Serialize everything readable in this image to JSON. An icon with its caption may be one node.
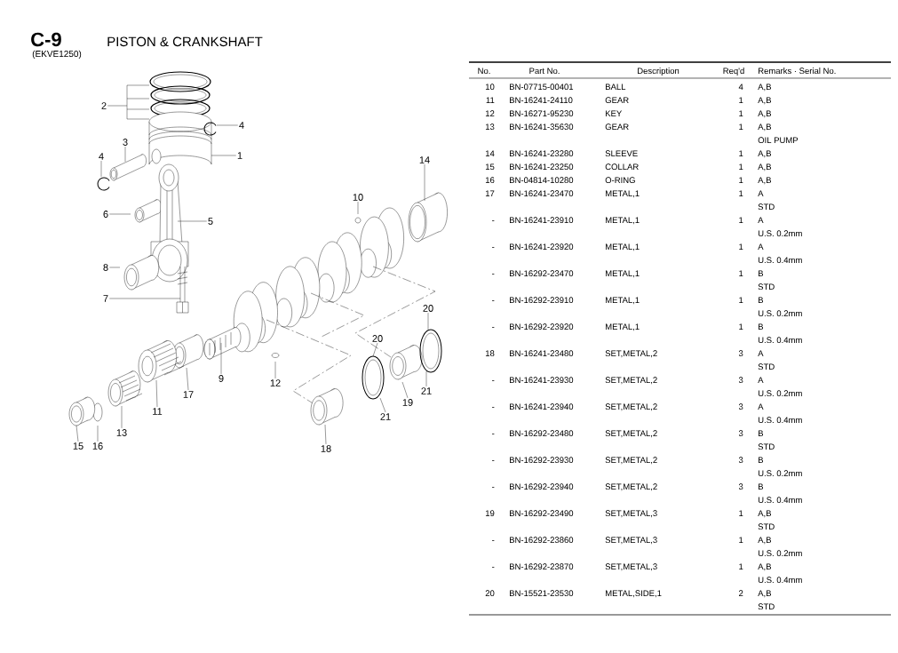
{
  "diagram": {
    "title": "PISTON & CRANKSHAFT",
    "nodes": [
      {
        "text": [
          "2"
        ]
      },
      {
        "text": [
          "4"
        ]
      },
      {
        "text": [
          "3"
        ]
      },
      {
        "text": [
          "1"
        ]
      },
      {
        "text": [
          "4"
        ]
      },
      {
        "text": [
          "14"
        ]
      },
      {
        "text": [
          "10"
        ]
      },
      {
        "text": [
          "6"
        ]
      },
      {
        "text": [
          "5"
        ]
      },
      {
        "text": [
          "8"
        ]
      },
      {
        "text": [
          "7"
        ]
      },
      {
        "text": [
          "20"
        ]
      },
      {
        "text": [
          "20"
        ]
      },
      {
        "text": [
          "9"
        ]
      },
      {
        "text": [
          "12"
        ]
      },
      {
        "text": [
          "17"
        ]
      },
      {
        "text": [
          "21"
        ]
      },
      {
        "text": [
          "19"
        ]
      },
      {
        "text": [
          "11"
        ]
      },
      {
        "text": [
          "21"
        ]
      },
      {
        "text": [
          "13"
        ]
      },
      {
        "text": [
          "15"
        ]
      },
      {
        "text": [
          "16"
        ]
      },
      {
        "text": [
          "18"
        ]
      }
    ],
    "edges": [
      {
        "from": 0,
        "to": null,
        "arrow": "none"
      },
      {
        "from": 1,
        "to": null,
        "arrow": "none"
      },
      {
        "from": 2,
        "to": null,
        "arrow": "none"
      },
      {
        "from": 3,
        "to": null,
        "arrow": "none"
      },
      {
        "from": 4,
        "to": null,
        "arrow": "none"
      },
      {
        "from": 5,
        "to": null,
        "arrow": "none"
      },
      {
        "from": 6,
        "to": null,
        "arrow": "none"
      },
      {
        "from": 7,
        "to": null,
        "arrow": "none"
      },
      {
        "from": 8,
        "to": null,
        "arrow": "none"
      },
      {
        "from": 9,
        "to": null,
        "arrow": "none"
      },
      {
        "from": 10,
        "to": null,
        "arrow": "none"
      },
      {
        "from": 11,
        "to": null,
        "arrow": "none"
      },
      {
        "from": 12,
        "to": null,
        "arrow": "none"
      },
      {
        "from": 13,
        "to": null,
        "arrow": "none"
      },
      {
        "from": 14,
        "to": null,
        "arrow": "none"
      },
      {
        "from": 15,
        "to": null,
        "arrow": "none"
      },
      {
        "from": 16,
        "to": null,
        "arrow": "none"
      },
      {
        "from": 17,
        "to": null,
        "arrow": "none"
      },
      {
        "from": 18,
        "to": null,
        "arrow": "none"
      },
      {
        "from": 19,
        "to": null,
        "arrow": "none"
      },
      {
        "from": 20,
        "to": null,
        "arrow": "none"
      },
      {
        "from": 21,
        "to": null,
        "arrow": "none"
      },
      {
        "from": 22,
        "to": null,
        "arrow": "none"
      },
      {
        "from": 23,
        "to": null,
        "arrow": "none"
      }
    ],
    "labels": [
      "C-9",
      "(EKVE1250)",
      "No.",
      "Part No.",
      "Description",
      "Req'd",
      "Remarks · Serial No.",
      "10",
      "BN-07715-00401",
      "BALL",
      "4",
      "A,B",
      "11",
      "BN-16241-24110",
      "GEAR",
      "1",
      "A,B",
      "12",
      "BN-16271-95230",
      "KEY",
      "1",
      "A,B",
      "13",
      "BN-16241-35630",
      "GEAR",
      "1",
      "A,B",
      "OIL PUMP",
      "14",
      "BN-16241-23280",
      "SLEEVE",
      "1",
      "A,B",
      "15",
      "BN-16241-23250",
      "COLLAR",
      "1",
      "A,B",
      "16",
      "BN-04814-10280",
      "O-RING",
      "1",
      "A,B",
      "17",
      "BN-16241-23470",
      "METAL,1",
      "1",
      "A",
      "STD",
      "-",
      "BN-16241-23910",
      "METAL,1",
      "1",
      "A",
      "U.S. 0.2mm",
      "-",
      "BN-16241-23920",
      "METAL,1",
      "1",
      "A",
      "U.S. 0.4mm",
      "-",
      "BN-16292-23470",
      "METAL,1",
      "1",
      "B",
      "STD",
      "-",
      "BN-16292-23910",
      "METAL,1",
      "1",
      "B",
      "U.S. 0.2mm",
      "-",
      "BN-16292-23920",
      "METAL,1",
      "1",
      "B",
      "U.S. 0.4mm",
      "18",
      "BN-16241-23480",
      "SET,METAL,2",
      "3",
      "A",
      "STD",
      "-",
      "BN-16241-23930",
      "SET,METAL,2",
      "3",
      "A",
      "U.S. 0.2mm",
      "-",
      "BN-16241-23940",
      "SET,METAL,2",
      "3",
      "A",
      "U.S. 0.4mm",
      "-",
      "BN-16292-23480",
      "SET,METAL,2",
      "3",
      "B",
      "STD",
      "-",
      "BN-16292-23930",
      "SET,METAL,2",
      "3",
      "B",
      "U.S. 0.2mm",
      "-",
      "BN-16292-23940",
      "SET,METAL,2",
      "3",
      "B",
      "U.S. 0.4mm",
      "19",
      "BN-16292-23490",
      "SET,METAL,3",
      "1",
      "A,B",
      "STD",
      "-",
      "BN-16292-23860",
      "SET,METAL,3",
      "1",
      "A,B",
      "U.S. 0.2mm",
      "-",
      "BN-16292-23870",
      "SET,METAL,3",
      "1",
      "A,B",
      "U.S. 0.4mm",
      "20",
      "BN-15521-23530",
      "METAL,SIDE,1",
      "2",
      "A,B",
      "STD"
    ]
  }
}
